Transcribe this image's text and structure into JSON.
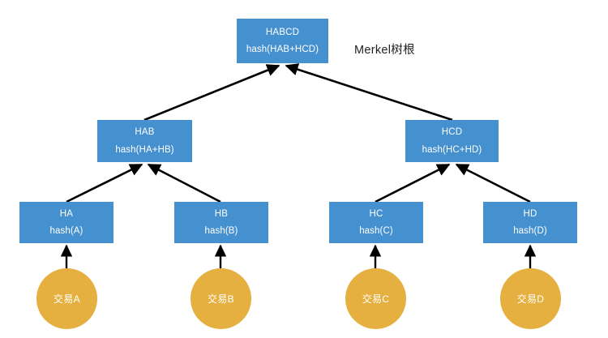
{
  "diagram": {
    "title_annotation": "Merkel树根",
    "background_color": "#ffffff",
    "node_color": "#4590ce",
    "leaf_color": "#e5b03f",
    "arrow_color": "#000000",
    "node_text_color": "#ffffff",
    "annotation_color": "#1f1f1f"
  },
  "root": {
    "label": "HABCD",
    "hash": "hash(HAB+HCD)"
  },
  "level2": [
    {
      "label": "HAB",
      "hash": "hash(HA+HB)"
    },
    {
      "label": "HCD",
      "hash": "hash(HC+HD)"
    }
  ],
  "level3": [
    {
      "label": "HA",
      "hash": "hash(A)"
    },
    {
      "label": "HB",
      "hash": "hash(B)"
    },
    {
      "label": "HC",
      "hash": "hash(C)"
    },
    {
      "label": "HD",
      "hash": "hash(D)"
    }
  ],
  "transactions": [
    {
      "label": "交易A"
    },
    {
      "label": "交易B"
    },
    {
      "label": "交易C"
    },
    {
      "label": "交易D"
    }
  ]
}
